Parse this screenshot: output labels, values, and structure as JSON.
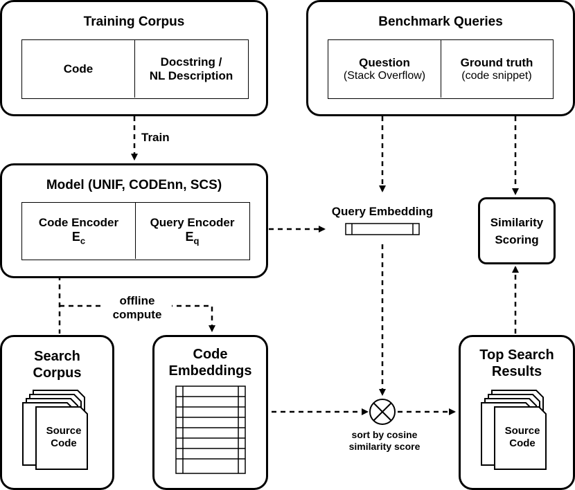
{
  "training_corpus": {
    "title": "Training Corpus",
    "col1": "Code",
    "col2_line1": "Docstring /",
    "col2_line2": "NL Description"
  },
  "train_label": "Train",
  "model": {
    "title": "Model (UNIF, CODEnn, SCS)",
    "code_encoder": "Code Encoder",
    "code_encoder_sym": "E",
    "code_encoder_sub": "c",
    "query_encoder": "Query Encoder",
    "query_encoder_sym": "E",
    "query_encoder_sub": "q"
  },
  "benchmark": {
    "title": "Benchmark Queries",
    "question": "Question",
    "question_src": "(Stack Overflow)",
    "ground_truth": "Ground truth",
    "ground_truth_src": "(code snippet)"
  },
  "query_embedding": "Query Embedding",
  "similarity_scoring_line1": "Similarity",
  "similarity_scoring_line2": "Scoring",
  "offline_compute_line1": "offline",
  "offline_compute_line2": "compute",
  "search_corpus": {
    "title_line1": "Search",
    "title_line2": "Corpus",
    "doc_line1": "Source",
    "doc_line2": "Code"
  },
  "code_embeddings": {
    "title_line1": "Code",
    "title_line2": "Embeddings"
  },
  "sort_label_line1": "sort by cosine",
  "sort_label_line2": "similarity score",
  "top_results": {
    "title_line1": "Top Search",
    "title_line2": "Results",
    "doc_line1": "Source",
    "doc_line2": "Code"
  }
}
